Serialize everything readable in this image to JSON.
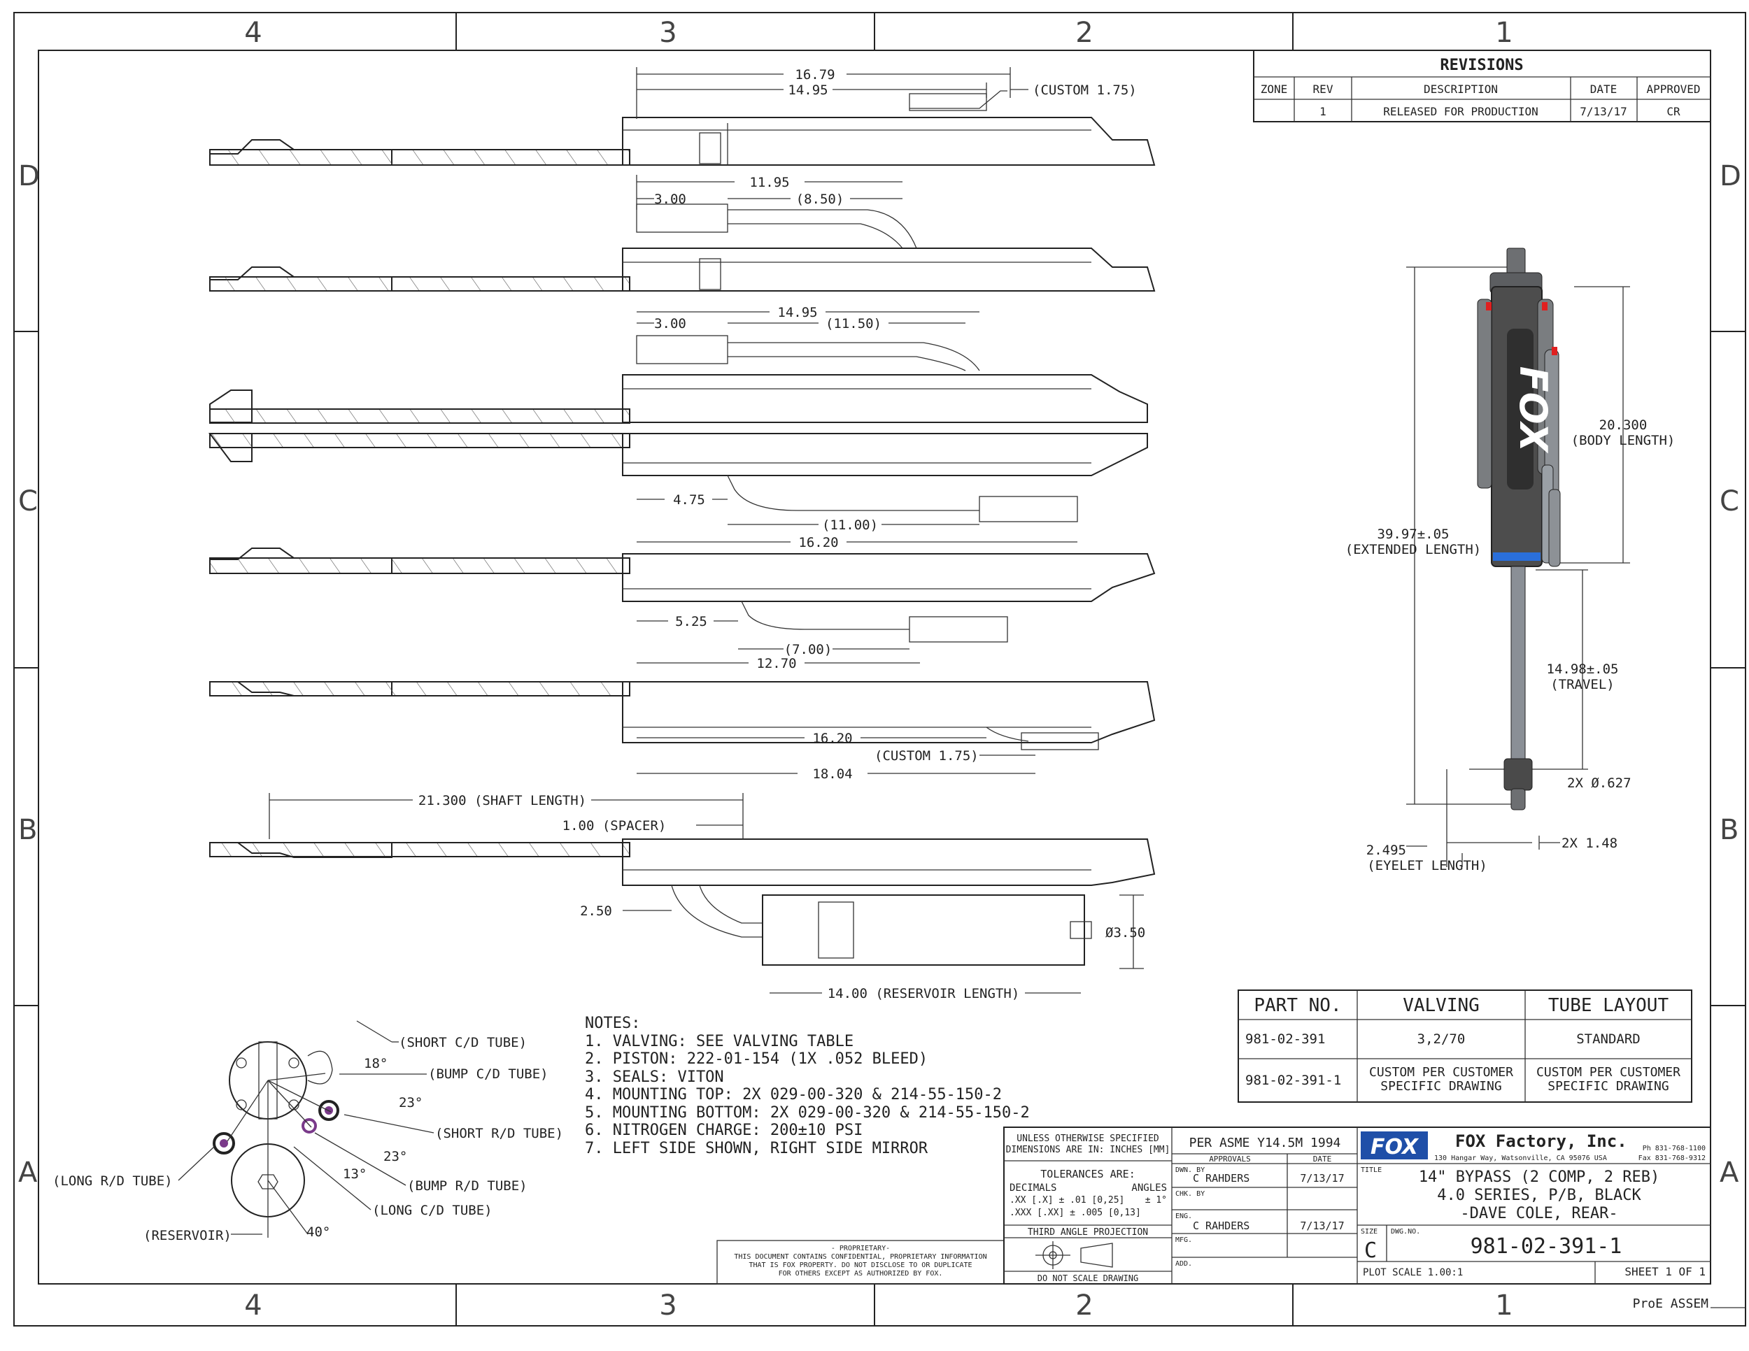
{
  "frame": {
    "zones_top": [
      "4",
      "3",
      "2",
      "1"
    ],
    "zones_bottom": [
      "4",
      "3",
      "2",
      "1"
    ],
    "zones_side": [
      "D",
      "C",
      "B",
      "A"
    ]
  },
  "revisions": {
    "title": "REVISIONS",
    "headers": [
      "ZONE",
      "REV",
      "DESCRIPTION",
      "DATE",
      "APPROVED"
    ],
    "row": [
      "",
      "1",
      "RELEASED FOR PRODUCTION",
      "7/13/17",
      "CR"
    ]
  },
  "dimensions": {
    "d1_overall": "16.79",
    "d1_body": "14.95",
    "d1_custom": "(CUSTOM 1.75)",
    "d2_overall": "11.95",
    "d2_a": "3.00",
    "d2_b": "(8.50)",
    "d3_overall": "14.95",
    "d3_a": "3.00",
    "d3_b": "(11.50)",
    "d4_a": "4.75",
    "d4_b": "(11.00)",
    "d4_overall": "16.20",
    "d5_a": "5.25",
    "d5_b": "(7.00)",
    "d5_overall": "12.70",
    "d6_overall": "16.20",
    "d6_custom": "(CUSTOM 1.75)",
    "d6_total": "18.04",
    "shaft": "21.300 (SHAFT LENGTH)",
    "spacer": "1.00 (SPACER)",
    "res_offset": "2.50",
    "res_dia": "Ø3.50",
    "res_length": "14.00 (RESERVOIR LENGTH)",
    "body_length": [
      "20.300",
      "(BODY LENGTH)"
    ],
    "extended": [
      "39.97±.05",
      "(EXTENDED LENGTH)"
    ],
    "travel": [
      "14.98±.05",
      "(TRAVEL)"
    ],
    "eyelet_dia": "2X Ø.627",
    "eyelet": [
      "2.495",
      "(EYELET LENGTH)"
    ],
    "eyelet_width": "2X 1.48"
  },
  "orientation": {
    "labels": [
      "(SHORT C/D TUBE)",
      "(BUMP C/D TUBE)",
      "(SHORT R/D TUBE)",
      "(BUMP R/D TUBE)",
      "(LONG C/D TUBE)",
      "(LONG R/D TUBE)",
      "(RESERVOIR)"
    ],
    "angles": [
      "18°",
      "23°",
      "23°",
      "13°",
      "40°"
    ]
  },
  "notes": {
    "title": "NOTES:",
    "items": [
      "1. VALVING: SEE VALVING TABLE",
      "2. PISTON: 222-01-154 (1X .052 BLEED)",
      "3. SEALS: VITON",
      "4. MOUNTING TOP: 2X 029-00-320 & 214-55-150-2",
      "5. MOUNTING BOTTOM: 2X 029-00-320 & 214-55-150-2",
      "6. NITROGEN CHARGE: 200±10 PSI",
      "7. LEFT SIDE SHOWN, RIGHT SIDE MIRROR"
    ]
  },
  "part_table": {
    "headers": [
      "PART NO.",
      "VALVING",
      "TUBE LAYOUT"
    ],
    "rows": [
      [
        "981-02-391",
        "3,2/70",
        "STANDARD"
      ],
      [
        "981-02-391-1",
        "CUSTOM PER CUSTOMER SPECIFIC DRAWING",
        "CUSTOM PER CUSTOMER SPECIFIC DRAWING"
      ]
    ]
  },
  "title_block": {
    "unless": "UNLESS OTHERWISE SPECIFIED",
    "dims_in": "DIMENSIONS ARE IN: INCHES [MM]",
    "tolerances": "TOLERANCES ARE:",
    "decimals": "DECIMALS",
    "angles": "ANGLES",
    "tol_xx": ".XX [.X] ± .01 [0,25]",
    "tol_ang": "± 1°",
    "tol_xxx": ".XXX [.XX] ± .005 [0,13]",
    "projection": "THIRD ANGLE PROJECTION",
    "no_scale": "DO NOT SCALE DRAWING",
    "asme": "PER ASME Y14.5M 1994",
    "approvals": "APPROVALS",
    "date_hdr": "DATE",
    "dwn_label": "DWN. BY",
    "dwn_name": "C RAHDERS",
    "dwn_date": "7/13/17",
    "chk_label": "CHK. BY",
    "eng_label": "ENG.",
    "eng_name": "C RAHDERS",
    "eng_date": "7/13/17",
    "mfg_label": "MFG.",
    "add_label": "ADD.",
    "proprietary": [
      "- PROPRIETARY-",
      "THIS DOCUMENT CONTAINS CONFIDENTIAL, PROPRIETARY INFORMATION",
      "THAT IS FOX PROPERTY. DO NOT DISCLOSE TO OR DUPLICATE",
      "FOR OTHERS EXCEPT AS AUTHORIZED BY FOX."
    ],
    "logo": "FOX",
    "company": "FOX Factory, Inc.",
    "address": "130 Hangar Way, Watsonville, CA 95076 USA",
    "phone": "Ph 831-768-1100",
    "fax": "Fax 831-768-9312",
    "title_label": "TITLE",
    "title_lines": [
      "14\" BYPASS (2 COMP, 2 REB)",
      "4.0 SERIES, P/B, BLACK",
      "-DAVE COLE, REAR-"
    ],
    "size_label": "SIZE",
    "size": "C",
    "dwg_label": "DWG.NO.",
    "dwg_no": "981-02-391-1",
    "plot_scale": "PLOT SCALE 1.00:1",
    "sheet": "SHEET 1 OF 1",
    "footer": "ProE ASSEM"
  },
  "colors": {
    "line": "#222222",
    "body": "#4d4d4d",
    "shaft": "#8a8f96",
    "tube": "#9aa0a6",
    "red_cap": "#e02020",
    "blue_band": "#2a6fdb",
    "fox_blue": "#1f4fa8",
    "reservoir_purple": "#7a3a8a"
  }
}
